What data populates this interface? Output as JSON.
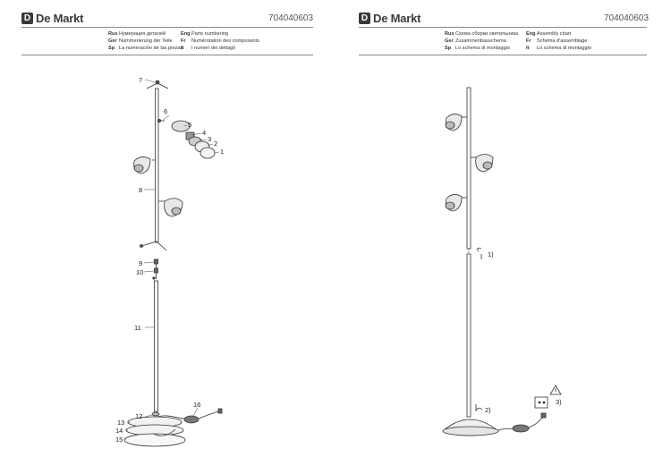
{
  "brand": {
    "logo_glyph": "D",
    "name": "De Markt"
  },
  "article_code": "704040603",
  "parts_page": {
    "title_lines": [
      {
        "lang": "Rus",
        "text": "Нумерация деталей"
      },
      {
        "lang": "Ger",
        "text": "Nummerierung der Teile"
      },
      {
        "lang": "Sp",
        "text": "La numeración de las piezas"
      }
    ],
    "title_lines_2": [
      {
        "lang": "Eng",
        "text": "Parts numbering"
      },
      {
        "lang": "Fr",
        "text": "Numérotation des composants"
      },
      {
        "lang": "It",
        "text": "I numeri dei dettagli"
      }
    ],
    "part_numbers": [
      "1",
      "2",
      "3",
      "4",
      "5",
      "6",
      "7",
      "8",
      "9",
      "10",
      "11",
      "12",
      "13",
      "14",
      "15",
      "16"
    ]
  },
  "assembly_page": {
    "title_lines": [
      {
        "lang": "Rus",
        "text": "Схема сборки светильника"
      },
      {
        "lang": "Ger",
        "text": "Zusammenbauschema"
      },
      {
        "lang": "Sp",
        "text": "Lo schema di montaggio"
      }
    ],
    "title_lines_2": [
      {
        "lang": "Eng",
        "text": "Assembly chart"
      },
      {
        "lang": "Fr",
        "text": "Schéma d'assemblage"
      },
      {
        "lang": "It",
        "text": "Lo schema di montaggio"
      }
    ],
    "steps": [
      "1)",
      "2)",
      "3)"
    ]
  }
}
